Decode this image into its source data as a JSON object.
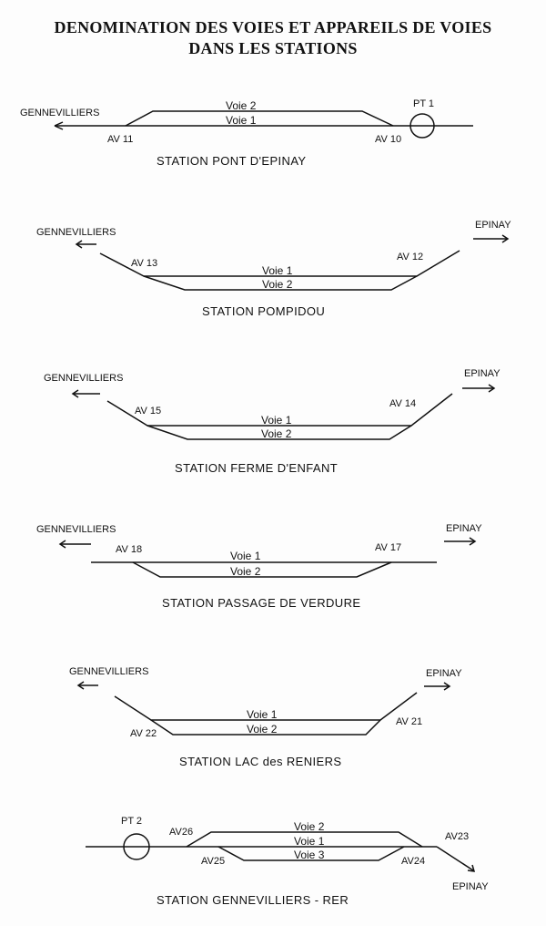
{
  "title": {
    "line1": "DENOMINATION DES VOIES ET APPAREILS DE VOIES",
    "line2": "DANS LES STATIONS"
  },
  "stations": [
    {
      "name": "STATION PONT D'EPINAY",
      "left_dir": "GENNEVILLIERS",
      "tracks": [
        "Voie 2",
        "Voie 1"
      ],
      "devices": [
        "AV 11",
        "AV 10"
      ],
      "point": "PT 1"
    },
    {
      "name": "STATION  POMPIDOU",
      "left_dir": "GENNEVILLIERS",
      "right_dir": "EPINAY",
      "tracks": [
        "Voie 1",
        "Voie 2"
      ],
      "devices": [
        "AV 13",
        "AV 12"
      ]
    },
    {
      "name": "STATION  FERME D'ENFANT",
      "left_dir": "GENNEVILLIERS",
      "right_dir": "EPINAY",
      "tracks": [
        "Voie 1",
        "Voie 2"
      ],
      "devices": [
        "AV 15",
        "AV 14"
      ]
    },
    {
      "name": "STATION  PASSAGE DE VERDURE",
      "left_dir": "GENNEVILLIERS",
      "right_dir": "EPINAY",
      "tracks": [
        "Voie 1",
        "Voie 2"
      ],
      "devices": [
        "AV 18",
        "AV 17"
      ]
    },
    {
      "name": "STATION  LAC des RENIERS",
      "left_dir": "GENNEVILLIERS",
      "right_dir": "EPINAY",
      "tracks": [
        "Voie 1",
        "Voie 2"
      ],
      "devices": [
        "AV 22",
        "AV 21"
      ]
    },
    {
      "name": "STATION GENNEVILLIERS - RER",
      "right_dir": "EPINAY",
      "tracks": [
        "Voie 2",
        "Voie 1",
        "Voie 3"
      ],
      "devices": [
        "AV26",
        "AV25",
        "AV24",
        "AV23"
      ],
      "point": "PT 2"
    }
  ]
}
